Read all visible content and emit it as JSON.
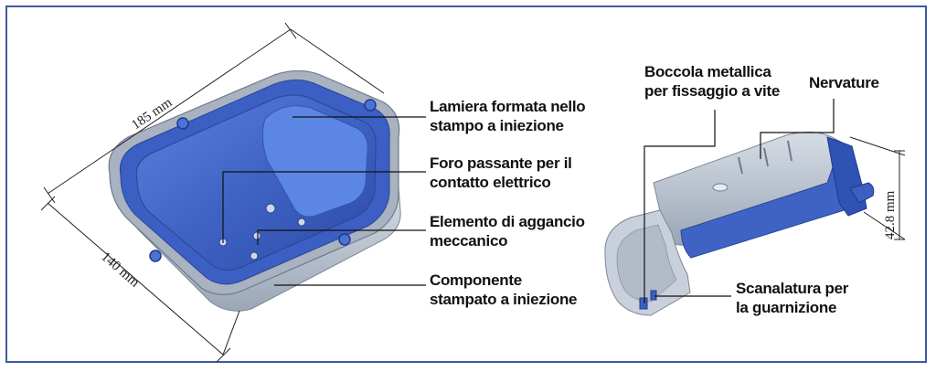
{
  "left_part": {
    "dim_length": "185 mm",
    "dim_width": "140 mm",
    "labels": [
      {
        "line1": "Lamiera formata nello",
        "line2": "stampo a iniezione"
      },
      {
        "line1": "Foro passante per il",
        "line2": "contatto elettrico"
      },
      {
        "line1": "Elemento di aggancio",
        "line2": "meccanico"
      },
      {
        "line1": "Componente",
        "line2": "stampato a iniezione"
      }
    ]
  },
  "right_part": {
    "dim_height": "42.8 mm",
    "labels": {
      "bushing": {
        "line1": "Boccola metallica",
        "line2": "per fissaggio a vite"
      },
      "ribs": {
        "line1": "Nervature"
      },
      "groove": {
        "line1": "Scanalatura per",
        "line2": "la guarnizione"
      }
    }
  },
  "colors": {
    "frame": "#3d5a9e",
    "part_blue": "#3f63c4",
    "part_grey": "#b9c2cf"
  }
}
